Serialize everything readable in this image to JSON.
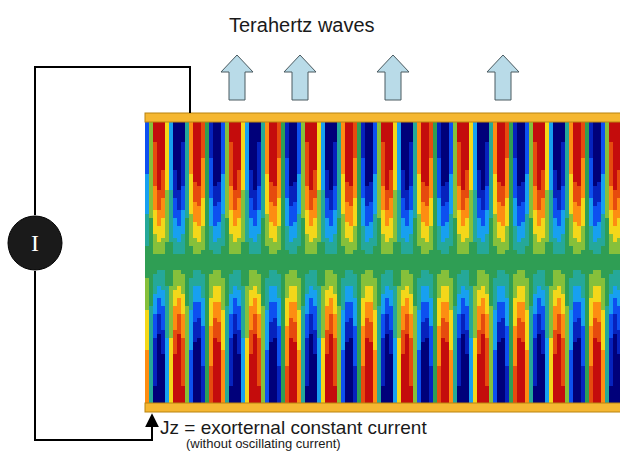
{
  "diagram": {
    "nodes": [
      {
        "text": [
          "I"
        ]
      }
    ],
    "labels": [
      "Terahertz waves",
      "Jz = exorternal constant current",
      "(without oscillating current)"
    ]
  }
}
